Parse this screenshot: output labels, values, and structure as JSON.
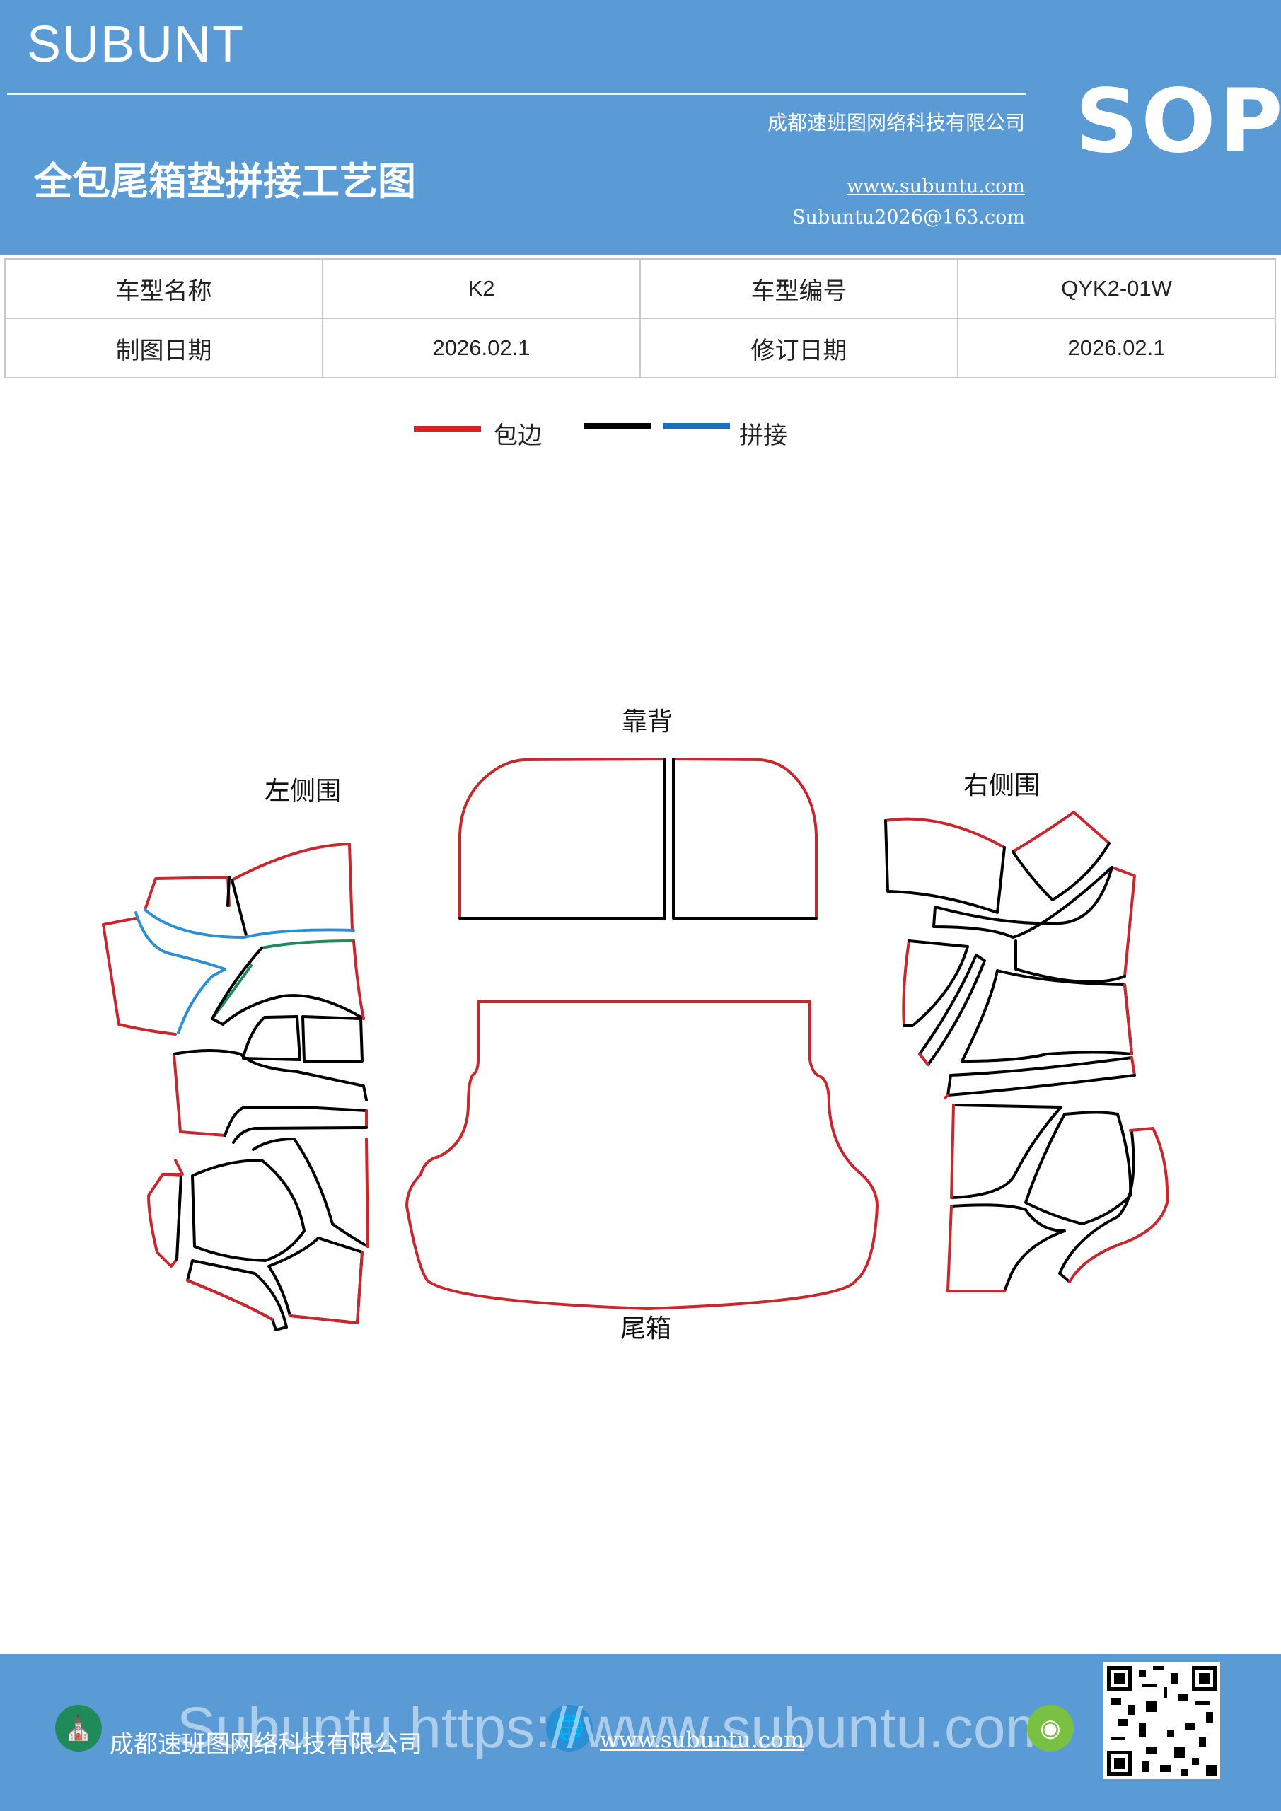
{
  "header": {
    "brand": "SUBUNT",
    "company": "成都速班图网络科技有限公司",
    "title": "全包尾箱垫拼接工艺图",
    "website": "www.subuntu.com",
    "email": "Subuntu2026@163.com",
    "badge": "SOP",
    "bg_color": "#5b9bd5"
  },
  "info_table": {
    "rows": [
      {
        "label1": "车型名称",
        "value1": "K2",
        "label2": "车型编号",
        "value2": "QYK2-01W"
      },
      {
        "label1": "制图日期",
        "value1": "2026.02.1",
        "label2": "修订日期",
        "value2": "2026.02.1"
      }
    ]
  },
  "legend": {
    "items": [
      {
        "color": "#e02020",
        "label": "包边"
      },
      {
        "color": "#000000",
        "label": ""
      },
      {
        "color": "#1a6fc4",
        "label": "拼接"
      }
    ]
  },
  "diagram": {
    "labels": {
      "backrest": "靠背",
      "left_side": "左侧围",
      "right_side": "右侧围",
      "trunk": "尾箱"
    },
    "colors": {
      "edge": "#c8282d",
      "seam": "#000000",
      "splice_blue": "#2b8fd6",
      "splice_green": "#1f8a5a"
    }
  },
  "footer": {
    "company": "成都速班图网络科技有限公司",
    "website": "www.subuntu.com",
    "watermark": "Subuntu https://www.subuntu.com"
  }
}
